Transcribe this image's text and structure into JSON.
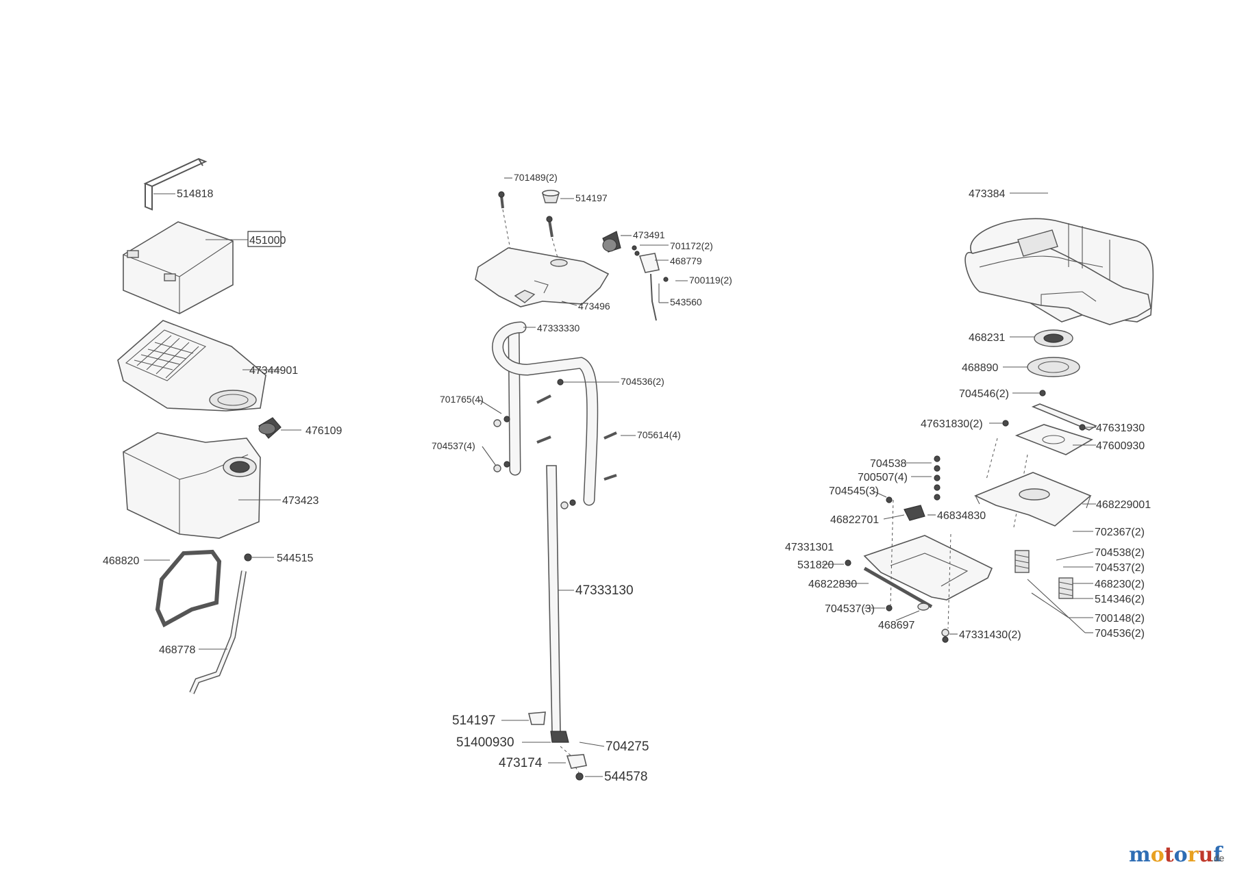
{
  "logo": {
    "name": "motoruf",
    "tld": ".de",
    "colors": [
      "#2e6db4",
      "#e8a020",
      "#c0392b"
    ]
  },
  "col_left": {
    "p514818": "514818",
    "p451000": "451000",
    "p47344901": "47344901",
    "p476109": "476109",
    "p473423": "473423",
    "p468820": "468820",
    "p544515": "544515",
    "p468778": "468778"
  },
  "col_mid": {
    "p701489": "701489(2)",
    "p514197a": "514197",
    "p473491": "473491",
    "p701172": "701172(2)",
    "p468779": "468779",
    "p700119": "700119(2)",
    "p543560": "543560",
    "p473496": "473496",
    "p47333330": "47333330",
    "p704536": "704536(2)",
    "p701765": "701765(4)",
    "p705614": "705614(4)",
    "p704537": "704537(4)",
    "p47333130": "47333130",
    "p514197b": "514197",
    "p51400930": "51400930",
    "p704275": "704275",
    "p473174": "473174",
    "p544578": "544578"
  },
  "col_right": {
    "p473384": "473384",
    "p468231": "468231",
    "p468890": "468890",
    "p704546": "704546(2)",
    "p47631830": "47631830(2)",
    "p47631930": "47631930",
    "p47600930": "47600930",
    "p704538a": "704538",
    "p700507": "700507(4)",
    "p704545": "704545(3)",
    "p468229001": "468229001",
    "p46822701": "46822701",
    "p46834830": "46834830",
    "p702367": "702367(2)",
    "p47331301": "47331301",
    "p704538b": "704538(2)",
    "p531820": "531820",
    "p704537b": "704537(2)",
    "p46822830": "46822830",
    "p468230": "468230(2)",
    "p514346": "514346(2)",
    "p704537c": "704537(3)",
    "p700148": "700148(2)",
    "p468697": "468697",
    "p47331430": "47331430(2)",
    "p704536b": "704536(2)"
  }
}
